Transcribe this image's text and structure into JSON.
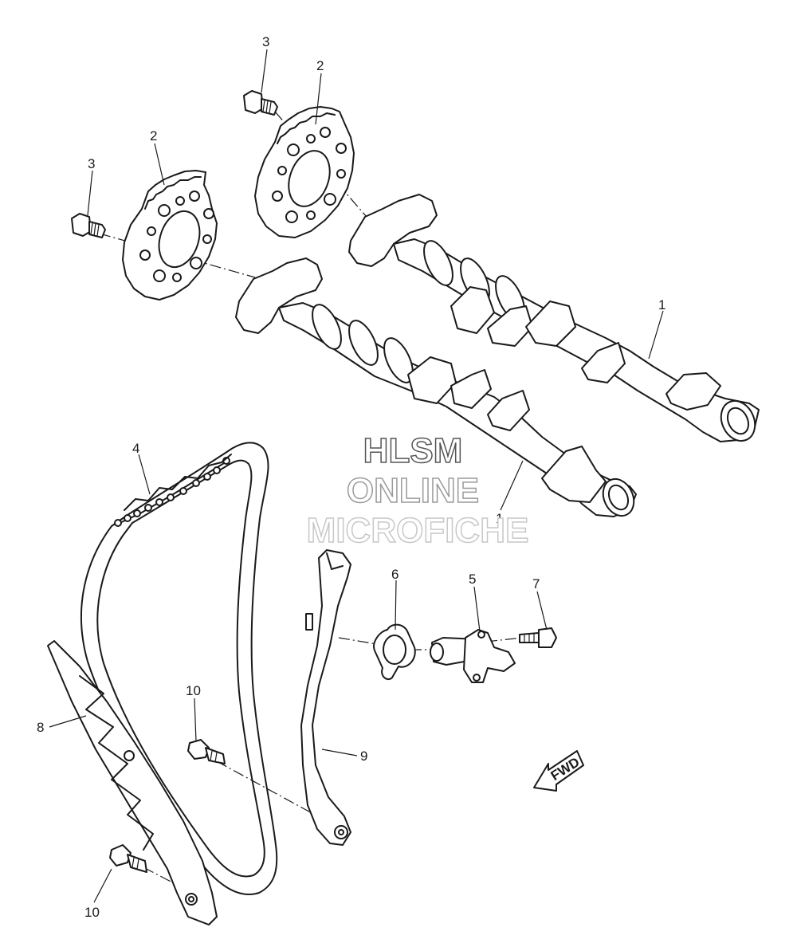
{
  "callouts": {
    "c3a": "3",
    "c2a": "2",
    "c3b": "3",
    "c2b": "2",
    "c1a": "1",
    "c1b": "1",
    "c4": "4",
    "c6": "6",
    "c5": "5",
    "c7": "7",
    "c8": "8",
    "c9": "9",
    "c10a": "10",
    "c10b": "10"
  },
  "watermark": {
    "line1": "HLSM",
    "line2": "ONLINE",
    "line3": "MICROFICHE"
  },
  "fwd_label": "FWD",
  "colors": {
    "line": "#1a1a1a",
    "watermark1": "#555555",
    "watermark2": "#9a9a9a",
    "watermark3": "#c8c8c8"
  }
}
